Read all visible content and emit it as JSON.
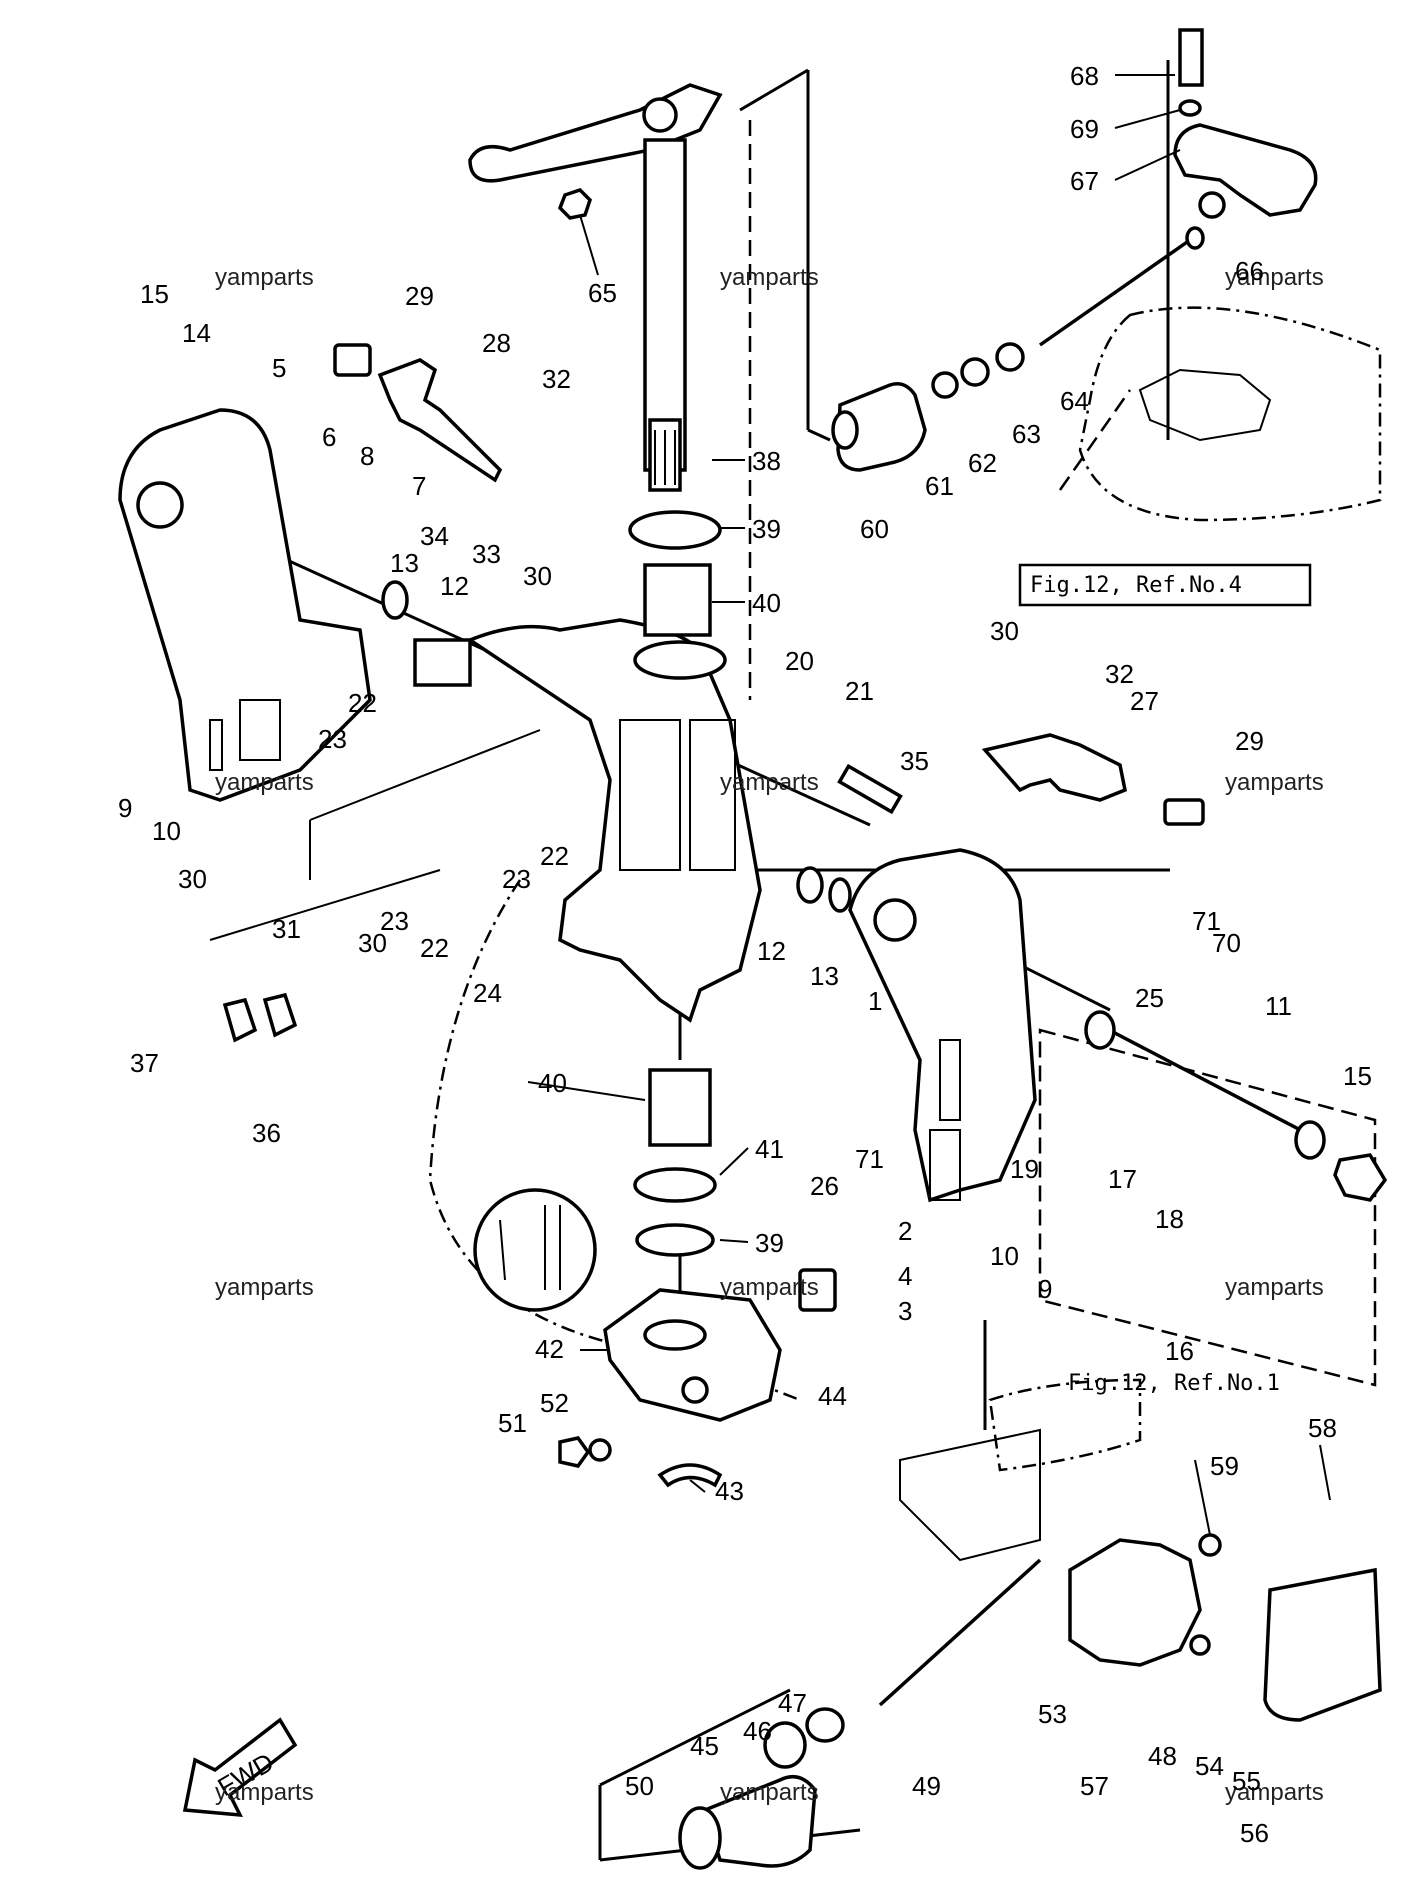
{
  "watermark": "yamparts",
  "figure_refs": {
    "ref4": "Fig.12, Ref.No.4",
    "ref1": "Fig.12, Ref.No.1"
  },
  "fwd_label": "FWD",
  "part_numbers": [
    "1",
    "2",
    "3",
    "4",
    "5",
    "6",
    "7",
    "8",
    "9",
    "10",
    "11",
    "12",
    "13",
    "14",
    "15",
    "16",
    "17",
    "18",
    "19",
    "20",
    "21",
    "22",
    "23",
    "24",
    "25",
    "26",
    "27",
    "28",
    "29",
    "30",
    "31",
    "32",
    "33",
    "34",
    "35",
    "36",
    "37",
    "38",
    "39",
    "40",
    "41",
    "42",
    "43",
    "44",
    "45",
    "46",
    "47",
    "48",
    "49",
    "50",
    "51",
    "52",
    "53",
    "54",
    "55",
    "56",
    "57",
    "58",
    "59",
    "60",
    "61",
    "62",
    "63",
    "64",
    "65",
    "66",
    "67",
    "68",
    "69",
    "70",
    "71"
  ]
}
